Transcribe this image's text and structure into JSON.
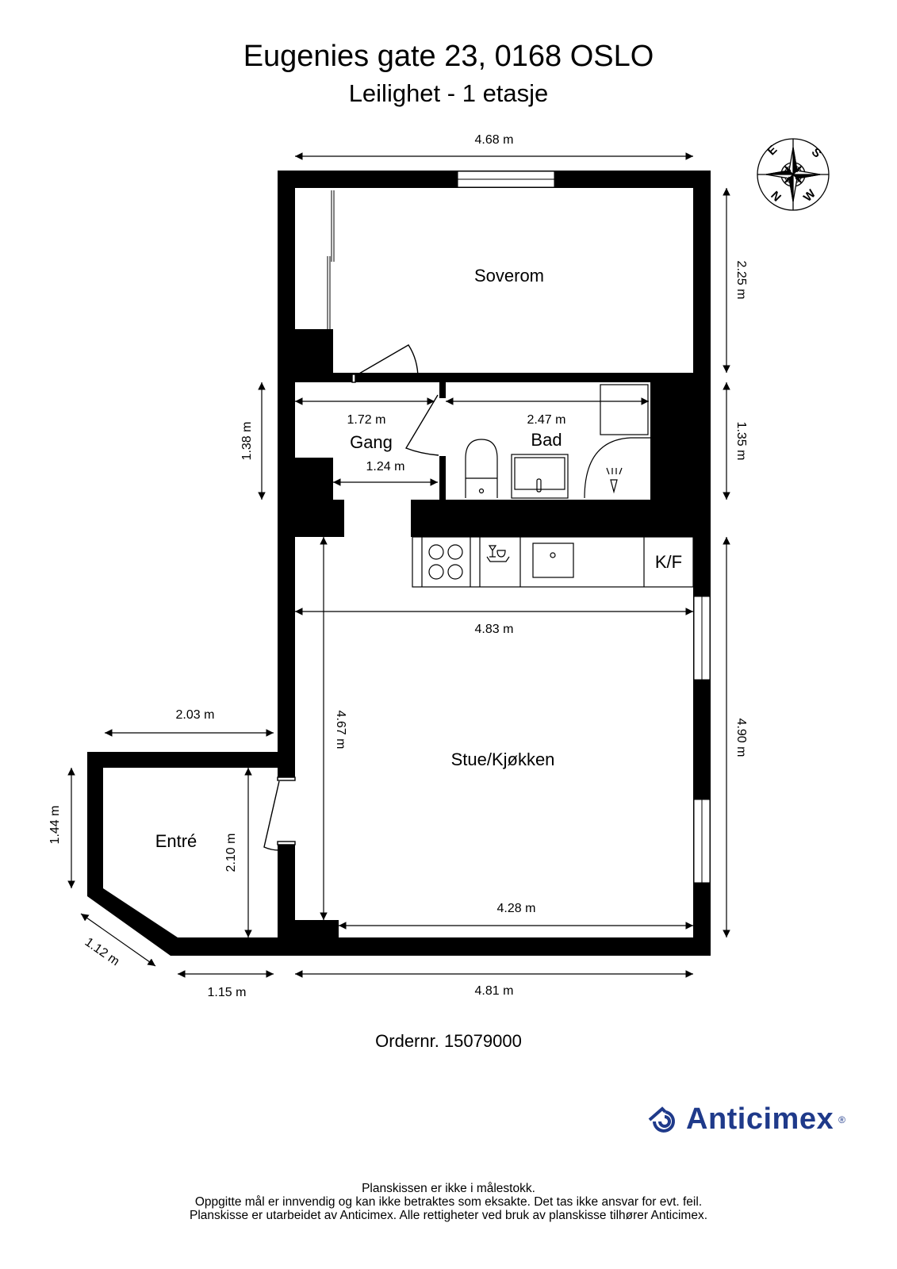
{
  "header": {
    "address": "Eugenies gate 23, 0168 OSLO",
    "subtitle": "Leilighet - 1 etasje"
  },
  "compass": {
    "icon": "compass-rose-icon",
    "labels": [
      "E",
      "S",
      "W",
      "N"
    ]
  },
  "rooms": {
    "soverom": "Soverom",
    "gang": "Gang",
    "bad": "Bad",
    "stue": "Stue/Kjøkken",
    "entre": "Entré",
    "kf": "K/F"
  },
  "dimensions": {
    "top_width": "4.68 m",
    "soverom_height": "2.25 m",
    "gang_height": "1.38 m",
    "gang_width": "1.72 m",
    "gang_inner_width": "1.24 m",
    "bad_width": "2.47 m",
    "bad_height": "1.35 m",
    "stue_width": "4.83 m",
    "stue_height": "4.67 m",
    "stue_right_height": "4.90 m",
    "stue_bottom_inner": "4.28 m",
    "bottom_width": "4.81 m",
    "entre_top_width": "2.03 m",
    "entre_left_height": "1.44 m",
    "entre_height": "2.10 m",
    "entre_diagonal": "1.12 m",
    "entre_bottom_width": "1.15 m"
  },
  "order": "Ordernr. 15079000",
  "brand": {
    "name": "Anticimex",
    "reg": "®",
    "color": "#1f3a8a"
  },
  "footer": {
    "line1": "Planskissen er ikke i målestokk.",
    "line2": "Oppgitte mål er innvendig og kan ikke betraktes som eksakte. Det tas ikke ansvar for evt. feil.",
    "line3": "Planskisse er utarbeidet av Anticimex. Alle rettigheter ved bruk av planskisse tilhører Anticimex."
  }
}
